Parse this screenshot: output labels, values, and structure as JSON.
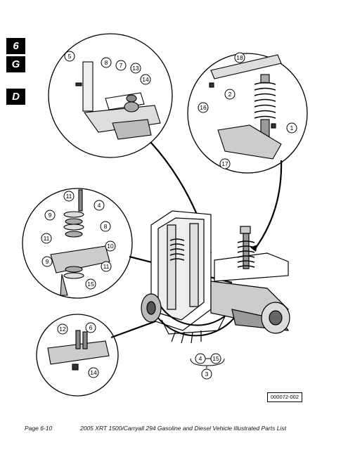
{
  "section_tabs": [
    "6",
    "G",
    "D"
  ],
  "callouts": {
    "top_left": [
      "5",
      "8",
      "7",
      "13",
      "14"
    ],
    "top_right": [
      "18",
      "2",
      "16",
      "1",
      "17"
    ],
    "mid_left": [
      "11",
      "4",
      "9",
      "8",
      "11",
      "10",
      "9",
      "11",
      "15"
    ],
    "bottom_left": [
      "12",
      "6",
      "14"
    ],
    "kit": [
      "4",
      "15",
      "3"
    ]
  },
  "figure_id": "000072-002",
  "footer": {
    "page": "Page 6-10",
    "title": "2005 XRT 1500/Carryall 294 Gasoline and Diesel Vehicle Illustrated Parts List"
  }
}
